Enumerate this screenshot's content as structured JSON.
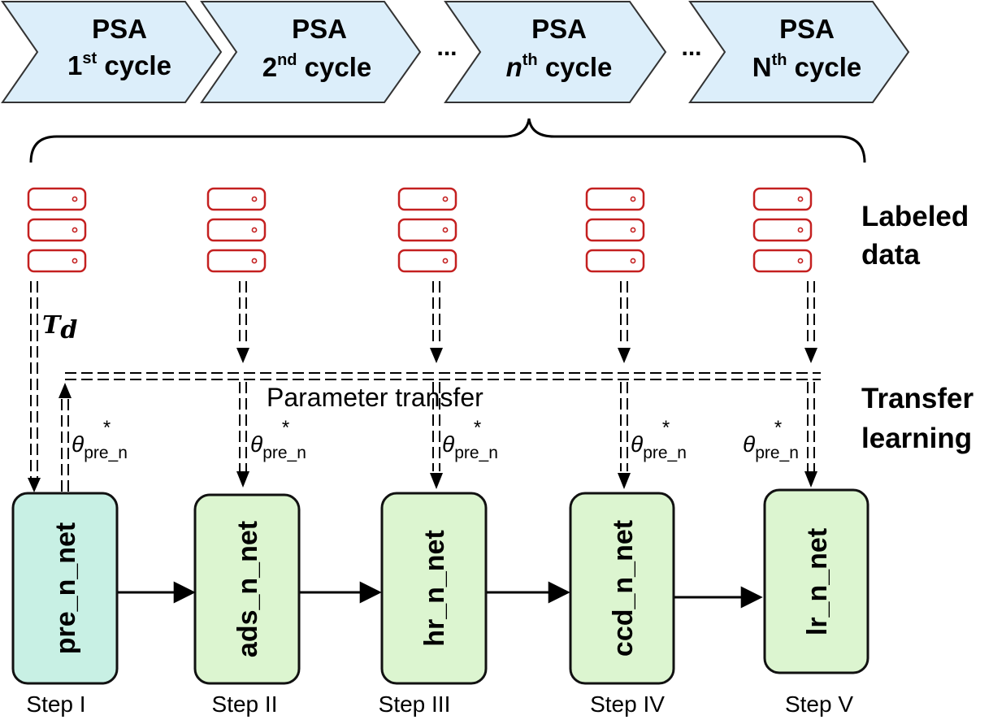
{
  "cycles": [
    {
      "title": "PSA",
      "prefix": "1",
      "sup": "st",
      "suffix": " cycle"
    },
    {
      "title": "PSA",
      "prefix": "2",
      "sup": "nd",
      "suffix": " cycle"
    },
    {
      "title": "PSA",
      "prefix": "n",
      "sup": "th",
      "suffix": " cycle"
    },
    {
      "title": "PSA",
      "prefix": "N",
      "sup": "th",
      "suffix": " cycle"
    }
  ],
  "ellipsis": "...",
  "side_labels": {
    "labeled_line1": "Labeled",
    "labeled_line2": "data",
    "transfer_line1": "Transfer",
    "transfer_line2": "learning"
  },
  "parameter_transfer": "Parameter transfer",
  "td_label": {
    "main": "T",
    "sub": "d"
  },
  "theta": {
    "symbol": "θ",
    "sub": "pre_n",
    "sup": "*"
  },
  "nets": [
    {
      "label": "pre_n_net",
      "step": "Step I",
      "fill": "#c8f0e4"
    },
    {
      "label": "ads_n_net",
      "step": "Step II",
      "fill": "#dcf5d0"
    },
    {
      "label": "hr_n_net",
      "step": "Step III",
      "fill": "#dcf5d0"
    },
    {
      "label": "ccd_n_net",
      "step": "Step IV",
      "fill": "#dcf5d0"
    },
    {
      "label": "lr_n_net",
      "step": "Step V",
      "fill": "#dcf5d0"
    }
  ],
  "colors": {
    "chevron_fill": "#dceefa",
    "database_stroke": "#c42020",
    "net_border": "#111111"
  },
  "icons": [
    "database-icon"
  ]
}
